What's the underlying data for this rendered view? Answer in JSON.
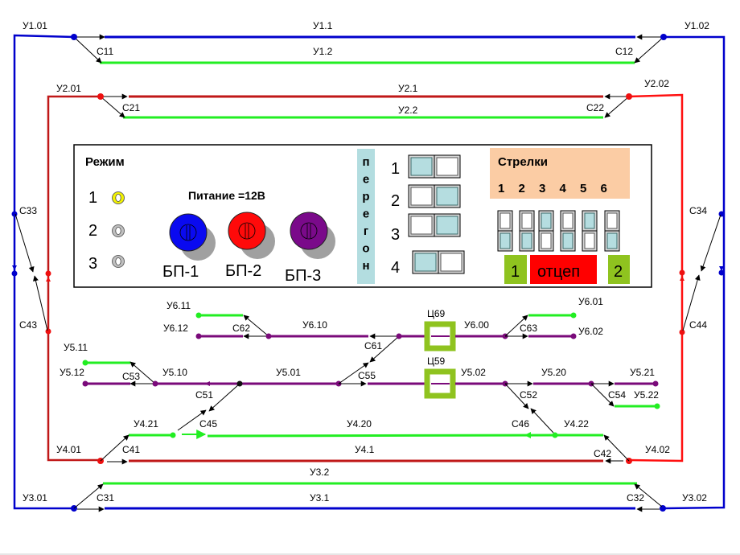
{
  "colors": {
    "blue": "#0000cc",
    "red_dark": "#c01818",
    "red": "#ff1010",
    "green": "#22ee22",
    "purple": "#7a0a7a",
    "lime": "#8fc31f",
    "orange_panel": "#fbcca4",
    "peregon_bg": "#b3dde0",
    "led_on": "#b5dde0",
    "otcep_red": "#ff0000"
  },
  "tracks": {
    "u1_01": "У1.01",
    "u1_1": "У1.1",
    "u1_2": "У1.2",
    "u1_02": "У1.02",
    "c11": "С11",
    "c12": "С12",
    "u2_01": "У2.01",
    "u2_1": "У2.1",
    "u2_2": "У2.2",
    "u2_02": "У2.02",
    "c21": "С21",
    "c22": "С22",
    "c33": "С33",
    "c43": "С43",
    "c34": "С34",
    "c44": "С44",
    "u6_11": "У6.11",
    "u6_12": "У6.12",
    "c62": "С62",
    "u6_10": "У6.10",
    "c61": "С61",
    "c69": "Ц69",
    "u6_00": "У6.00",
    "c63": "С63",
    "u6_01": "У6.01",
    "u6_02": "У6.02",
    "u5_11": "У5.11",
    "u5_12": "У5.12",
    "c53": "С53",
    "u5_10": "У5.10",
    "c51": "С51",
    "u5_01": "У5.01",
    "c55": "С55",
    "c59": "Ц59",
    "u5_02": "У5.02",
    "u5_20": "У5.20",
    "c52": "С52",
    "u5_21": "У5.21",
    "c54": "С54",
    "u5_22": "У5.22",
    "u4_21": "У4.21",
    "c45": "С45",
    "u4_20": "У4.20",
    "c46": "С46",
    "u4_22": "У4.22",
    "u4_01": "У4.01",
    "c41": "С41",
    "u4_1": "У4.1",
    "c42": "С42",
    "u4_02": "У4.02",
    "u3_2": "У3.2",
    "u3_01": "У3.01",
    "c31": "С31",
    "u3_1": "У3.1",
    "c32": "С32",
    "u3_02": "У3.02"
  },
  "panel": {
    "mode_title": "Режим",
    "modes": [
      {
        "label": "1",
        "active": true
      },
      {
        "label": "2",
        "active": false
      },
      {
        "label": "3",
        "active": false
      }
    ],
    "power_title": "Питание =12В",
    "power_units": [
      {
        "label": "БП-1",
        "color": "#0a0af0"
      },
      {
        "label": "БП-2",
        "color": "#ff0a0a"
      },
      {
        "label": "БП-3",
        "color": "#7a0a8a"
      }
    ],
    "peregon_letters": [
      "п",
      "е",
      "р",
      "е",
      "г",
      "о",
      "н"
    ],
    "peregon_rows": [
      {
        "label": "1",
        "active": "left"
      },
      {
        "label": "2",
        "active": "right"
      },
      {
        "label": "3",
        "active": "right"
      },
      {
        "label": "4",
        "active": "left"
      }
    ],
    "switches_title": "Стрелки",
    "switch_numbers": [
      "1",
      "2",
      "3",
      "4",
      "5",
      "6"
    ],
    "switch_states": [
      "bottom",
      "bottom",
      "top",
      "bottom",
      "top",
      "bottom"
    ],
    "otcep_left": "1",
    "otcep_label": "отцеп",
    "otcep_right": "2"
  }
}
